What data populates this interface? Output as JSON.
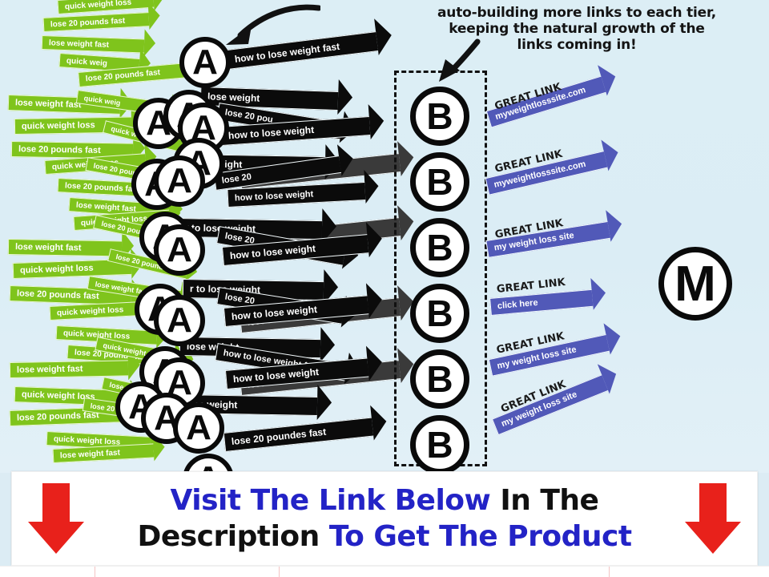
{
  "background_color": "#dceef5",
  "caption": {
    "line1": "auto-building more links to each tier,",
    "line2": "keeping the natural growth of the",
    "line3": "links coming in!"
  },
  "tier1": {
    "letter": "A",
    "color": "#7fc41c",
    "tags": [
      "quick weight loss",
      "lose 20 pounds fast",
      "lose weight fast",
      "quick weig",
      "lose 20 pounds fast",
      "lose weight fast",
      "quick weight loss",
      "lose 20 pounds fast",
      "quick weight loss",
      "lose 20 pounds fast",
      "lose weight fast",
      "quick weight loss",
      "lose weight fast",
      "quick weight loss",
      "lose 20 pounds fast",
      "quick weight loss",
      "quick weight loss",
      "lose 20 pounds fast",
      "lose weight fast",
      "quick weight loss",
      "lose 20 pounds fast"
    ],
    "circle_labels": [
      "A",
      "A",
      "A",
      "A",
      "A",
      "A",
      "A",
      "A",
      "A",
      "A",
      "A",
      "A",
      "A",
      "A",
      "A",
      "A",
      "A",
      "A",
      "A",
      "A"
    ]
  },
  "tier2": {
    "letter": "B",
    "color": "#0b0b0b",
    "tags": [
      "how to lose weight fast",
      "lose weight",
      "lose 20 pou",
      "how to lose weight",
      "lose weight",
      "how to lose weight",
      "lose 20",
      "how to lose weight",
      "r to lose weight",
      "lose weight",
      "lose 20",
      "how to lose weight",
      "r to lose weight",
      "lose weight",
      "lose 20",
      "how to lose weight",
      "how to lose weight fast",
      "lose weight",
      "how to lose weight",
      "lose weight",
      "lose 20 poundes fast"
    ],
    "circle_labels": [
      "B",
      "B",
      "B",
      "B",
      "B",
      "B"
    ]
  },
  "tier3": {
    "label": "GREAT LINK",
    "color": "#5159b8",
    "links": [
      "myweightlosssite.com",
      "myweightlosssite.com",
      "my weight loss site",
      "click here",
      "my weight loss site",
      "my weight loss site"
    ]
  },
  "money_site": {
    "letter": "M"
  },
  "banner": {
    "part1_blue": "Visit The Link Below",
    "part2_black": " In The",
    "part3_black": "Description",
    "part4_blue": " To Get The Product",
    "blue_color": "#2323c6",
    "arrow_color": "#e8211b",
    "arrow_left_name": "down-arrow-icon",
    "arrow_right_name": "down-arrow-icon"
  }
}
